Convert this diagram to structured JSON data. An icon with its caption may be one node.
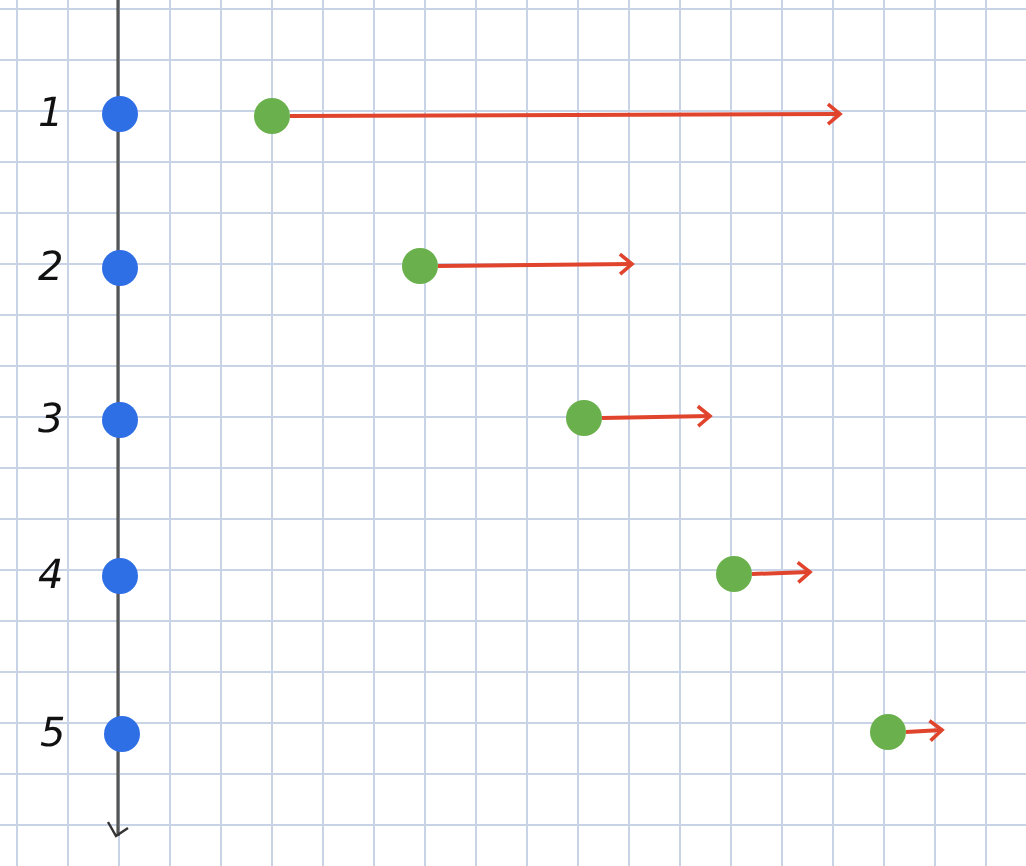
{
  "diagram": {
    "nodes": [
      {
        "text": [],
        "shape": "circle",
        "beside": [
          "1"
        ]
      },
      {
        "text": [],
        "shape": "circle"
      },
      {
        "text": [],
        "shape": "circle",
        "beside": [
          "2"
        ]
      },
      {
        "text": [],
        "shape": "circle"
      },
      {
        "text": [],
        "shape": "circle",
        "beside": [
          "3"
        ]
      },
      {
        "text": [],
        "shape": "circle"
      },
      {
        "text": [],
        "shape": "circle",
        "beside": [
          "4"
        ]
      },
      {
        "text": [],
        "shape": "circle"
      },
      {
        "text": [],
        "shape": "circle",
        "beside": [
          "5"
        ]
      },
      {
        "text": [],
        "shape": "circle"
      }
    ],
    "edges": [
      {
        "from": 1,
        "to": null,
        "arrow": "to"
      },
      {
        "from": 3,
        "to": null,
        "arrow": "to"
      },
      {
        "from": 5,
        "to": null,
        "arrow": "to"
      },
      {
        "from": 7,
        "to": null,
        "arrow": "to"
      },
      {
        "from": 9,
        "to": null,
        "arrow": "to"
      }
    ]
  }
}
